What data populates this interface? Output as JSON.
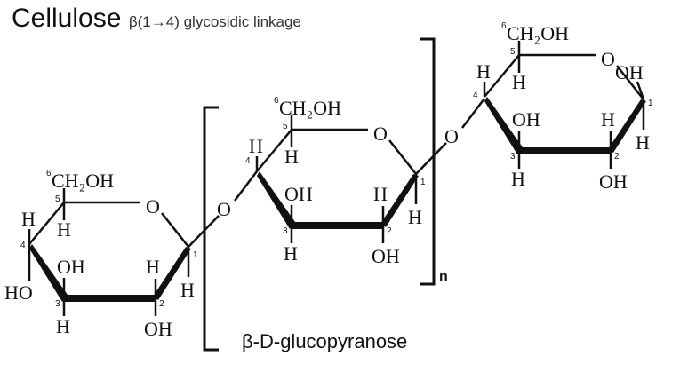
{
  "title": "Cellulose",
  "subtitle": "β(1→4) glycosidic linkage",
  "repeat_label": "β-D-glucopyranose",
  "repeat_count": "n",
  "atoms": {
    "ch2oh": "CH₂OH",
    "oh": "OH",
    "ho": "HO",
    "h": "H",
    "o": "O"
  },
  "carbons": {
    "c1": "1",
    "c2": "2",
    "c3": "3",
    "c4": "4",
    "c5": "5",
    "c6": "6"
  }
}
